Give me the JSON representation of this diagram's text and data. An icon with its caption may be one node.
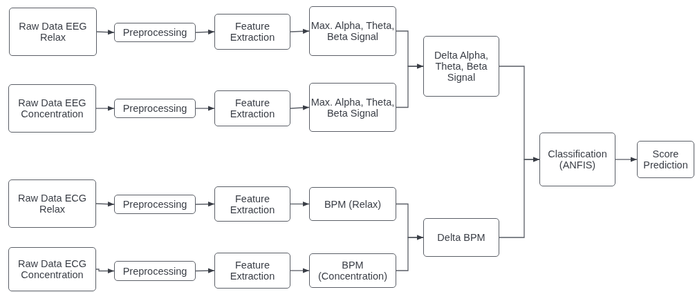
{
  "diagram": {
    "nodes": [
      {
        "text": [
          "Raw Data EEG Relax"
        ]
      },
      {
        "text": [
          "Preprocessing"
        ]
      },
      {
        "text": [
          "Feature Extraction"
        ]
      },
      {
        "text": [
          "Max. Alpha, Theta, Beta Signal"
        ]
      },
      {
        "text": [
          "Raw Data EEG Concentration"
        ]
      },
      {
        "text": [
          "Preprocessing"
        ]
      },
      {
        "text": [
          "Feature Extraction"
        ]
      },
      {
        "text": [
          "Max. Alpha, Theta, Beta Signal"
        ]
      },
      {
        "text": [
          "Delta Alpha, Theta, Beta Signal"
        ]
      },
      {
        "text": [
          "Raw Data ECG Relax"
        ]
      },
      {
        "text": [
          "Preprocessing"
        ]
      },
      {
        "text": [
          "Feature Extraction"
        ]
      },
      {
        "text": [
          "BPM (Relax)"
        ]
      },
      {
        "text": [
          "Raw Data ECG Concentration"
        ]
      },
      {
        "text": [
          "Preprocessing"
        ]
      },
      {
        "text": [
          "Feature Extraction"
        ]
      },
      {
        "text": [
          "BPM (Concentration)"
        ]
      },
      {
        "text": [
          "Delta BPM"
        ]
      },
      {
        "text": [
          "Classification (ANFIS)"
        ]
      },
      {
        "text": [
          "Score Prediction"
        ]
      }
    ],
    "edges": [
      {
        "from": 0,
        "to": 1,
        "arrow": "to"
      },
      {
        "from": 1,
        "to": 2,
        "arrow": "to"
      },
      {
        "from": 2,
        "to": 3,
        "arrow": "to"
      },
      {
        "from": 4,
        "to": 5,
        "arrow": "to"
      },
      {
        "from": 5,
        "to": 6,
        "arrow": "to"
      },
      {
        "from": 6,
        "to": 7,
        "arrow": "to"
      },
      {
        "from": 3,
        "to": 8,
        "arrow": "to"
      },
      {
        "from": 7,
        "to": 8,
        "arrow": "to"
      },
      {
        "from": 9,
        "to": 10,
        "arrow": "to"
      },
      {
        "from": 10,
        "to": 11,
        "arrow": "to"
      },
      {
        "from": 11,
        "to": 12,
        "arrow": "to"
      },
      {
        "from": 13,
        "to": 14,
        "arrow": "to"
      },
      {
        "from": 14,
        "to": 15,
        "arrow": "to"
      },
      {
        "from": 15,
        "to": 16,
        "arrow": "to"
      },
      {
        "from": 12,
        "to": 17,
        "arrow": "to"
      },
      {
        "from": 16,
        "to": 17,
        "arrow": "to"
      },
      {
        "from": 8,
        "to": 18,
        "arrow": "to"
      },
      {
        "from": 17,
        "to": 18,
        "arrow": "to"
      },
      {
        "from": 18,
        "to": 19,
        "arrow": "to"
      }
    ]
  }
}
